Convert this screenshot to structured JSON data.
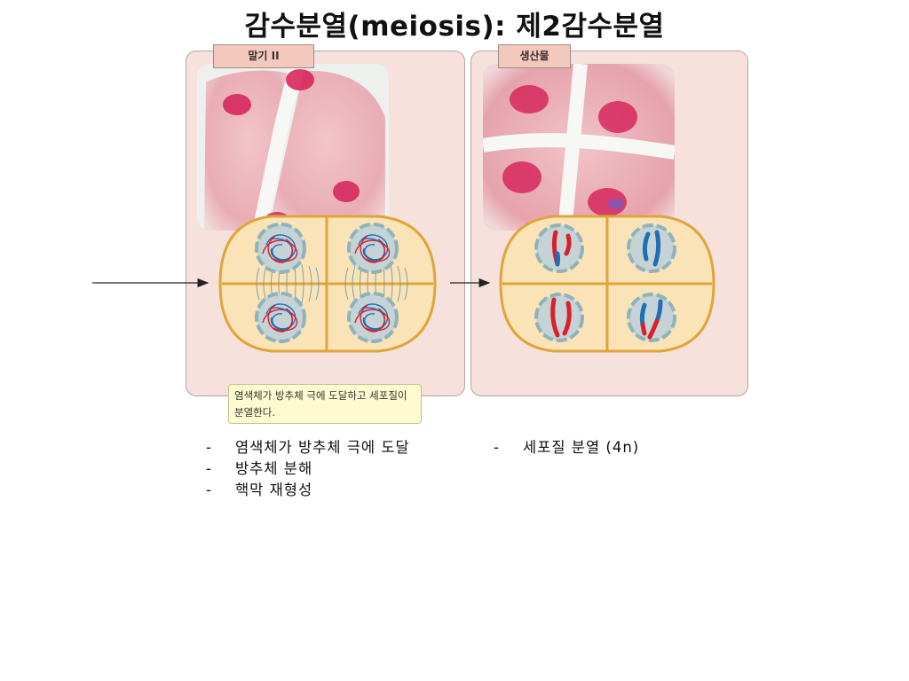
{
  "title": "감수분열(meiosis): 제2감수분열",
  "panels": {
    "left": {
      "tag": "말기 II"
    },
    "right": {
      "tag": "생산물"
    }
  },
  "note": {
    "line1": "염색체가 방추체 극에 도달하고 세포질이",
    "line2": "분열한다."
  },
  "bullets_left": [
    "염색체가 방추체 극에 도달",
    "방추체 분해",
    "핵막 재형성"
  ],
  "bullets_right": [
    "세포질 분열 (4n)"
  ],
  "colors": {
    "panel_bg": "#f6e1dc",
    "tag_bg": "#f4c9bd",
    "cell_fill": "#fbe3b8",
    "cell_stroke": "#e0a53a",
    "nucleus_fill": "#c6d3d6",
    "chromosome_red": "#d9202b",
    "chromosome_blue": "#1e6fb5",
    "note_bg": "#fffbd0"
  }
}
